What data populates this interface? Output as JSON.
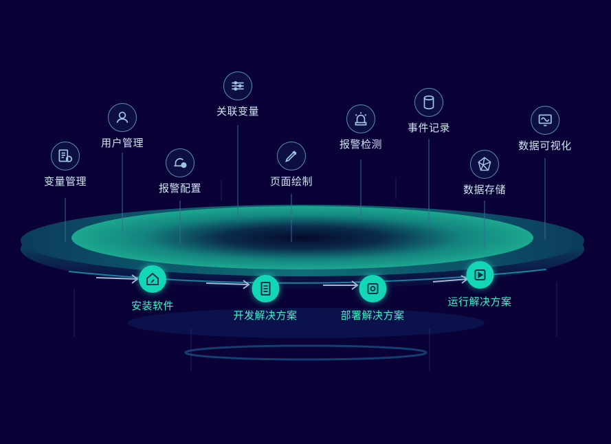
{
  "features": [
    {
      "label": "变量管理",
      "icon": "variable-list-icon"
    },
    {
      "label": "用户管理",
      "icon": "user-icon"
    },
    {
      "label": "报警配置",
      "icon": "alarm-config-icon"
    },
    {
      "label": "关联变量",
      "icon": "linked-variable-icon"
    },
    {
      "label": "页面绘制",
      "icon": "pen-draw-icon"
    },
    {
      "label": "报警检测",
      "icon": "alarm-light-icon"
    },
    {
      "label": "事件记录",
      "icon": "database-icon"
    },
    {
      "label": "数据存储",
      "icon": "storage-polyhedron-icon"
    },
    {
      "label": "数据可视化",
      "icon": "monitor-wave-icon"
    }
  ],
  "steps": [
    {
      "label": "安装软件",
      "icon": "house-wrench-icon"
    },
    {
      "label": "开发解决方案",
      "icon": "checklist-icon"
    },
    {
      "label": "部署解决方案",
      "icon": "deploy-box-icon"
    },
    {
      "label": "运行解决方案",
      "icon": "play-icon"
    }
  ],
  "colors": {
    "background": "#0a0236",
    "disc_outer": "#0e6d77",
    "disc_inner": "#19b8a6",
    "step_badge": "#13d6b6",
    "step_label": "#3df2c8",
    "feature_label": "#cfe4f4"
  }
}
